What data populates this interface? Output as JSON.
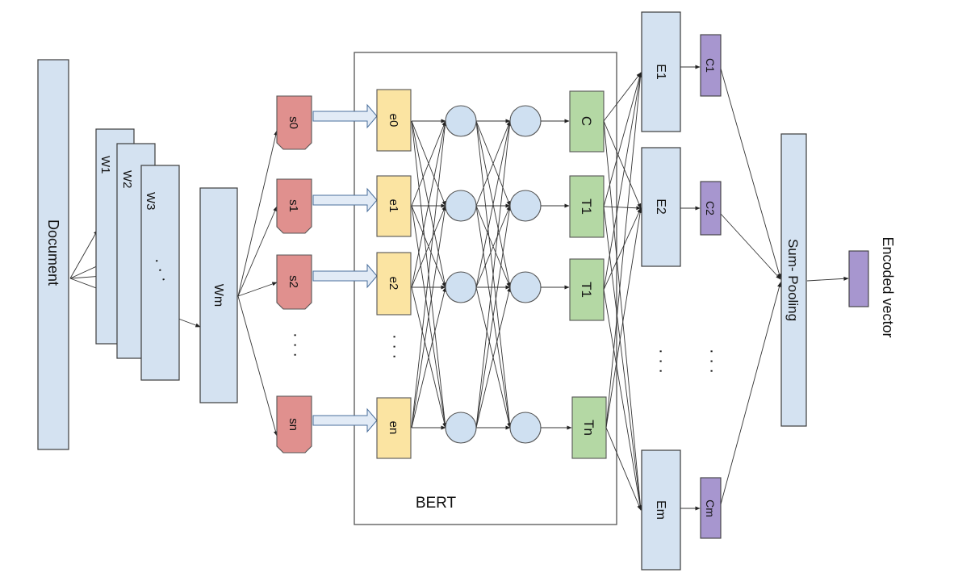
{
  "document_label": "Document",
  "windows": [
    "W1",
    "W2",
    "W3"
  ],
  "window_m": "Wm",
  "ellipsis": "· · ·",
  "sentences": [
    "s0",
    "s1",
    "s2",
    "sn"
  ],
  "embeddings": [
    "e0",
    "e1",
    "e2",
    "en"
  ],
  "outputs": [
    "C",
    "T1",
    "T1",
    "Tn"
  ],
  "bert_label": "BERT",
  "window_embeddings": [
    "E1",
    "E2",
    "Em"
  ],
  "cls_vectors": [
    "C1",
    "C2",
    "Cm"
  ],
  "pooling_label": "Sum- Pooling",
  "encoded_label": "Encoded vector",
  "colors": {
    "blue": "#d4e2f1",
    "pink": "#e0908e",
    "yellow": "#fbe4a2",
    "green": "#b4d8a4",
    "purple": "#a796cf"
  }
}
